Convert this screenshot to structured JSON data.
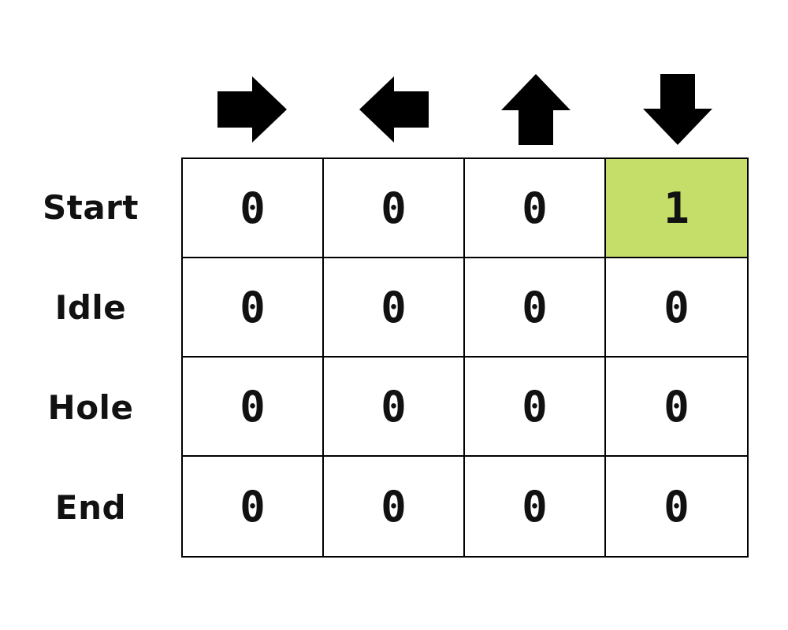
{
  "table": {
    "column_icons": [
      "right-arrow-icon",
      "left-arrow-icon",
      "up-arrow-icon",
      "down-arrow-icon"
    ],
    "rows": [
      {
        "label": "Start",
        "values": [
          "0",
          "0",
          "0",
          "1"
        ]
      },
      {
        "label": "Idle",
        "values": [
          "0",
          "0",
          "0",
          "0"
        ]
      },
      {
        "label": "Hole",
        "values": [
          "0",
          "0",
          "0",
          "0"
        ]
      },
      {
        "label": "End",
        "values": [
          "0",
          "0",
          "0",
          "0"
        ]
      }
    ],
    "highlight": {
      "row": 0,
      "col": 3,
      "color": "#c5de69"
    },
    "colors": {
      "grid_border": "#000000",
      "arrow_fill": "#000000",
      "text": "#111111",
      "background": "#ffffff"
    }
  }
}
